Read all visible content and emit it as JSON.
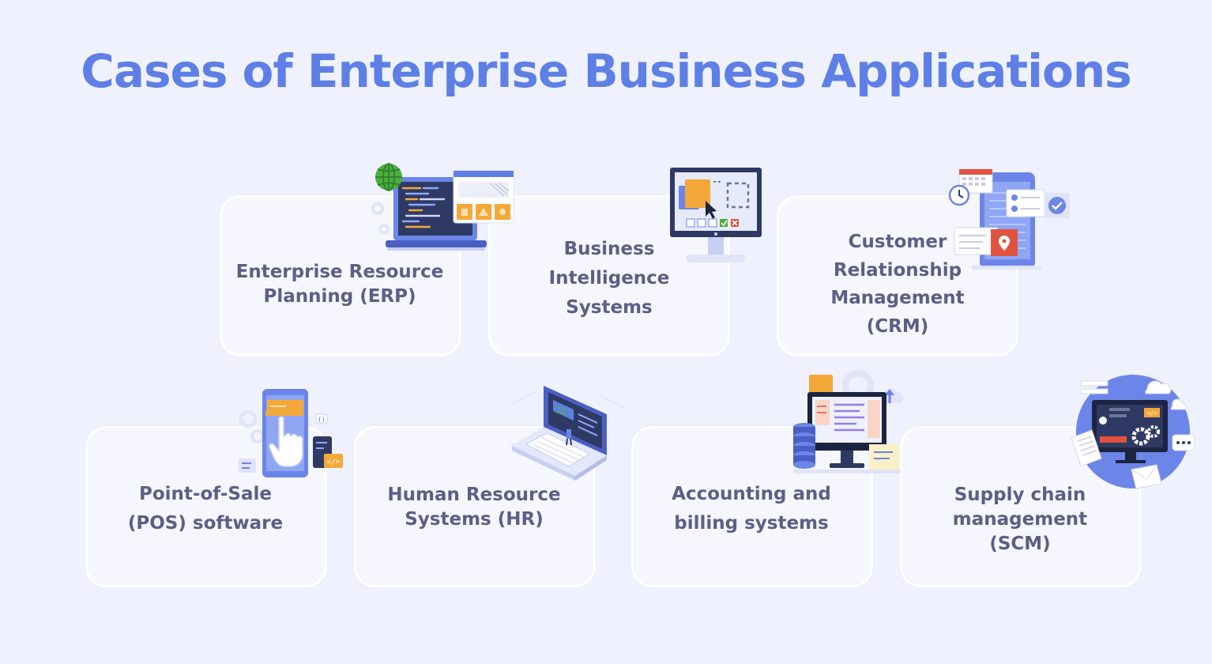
{
  "title": "Cases of Enterprise Business Applications",
  "cards": [
    {
      "label": "Enterprise Resource\nPlanning (ERP)",
      "icon": "laptop-code-icon"
    },
    {
      "label": "Business\nIntelligence\nSystems",
      "icon": "monitor-dashboard-icon"
    },
    {
      "label": "Customer\nRelationship\nManagement\n(CRM)",
      "icon": "phone-location-icon"
    },
    {
      "label": "Point-of-Sale\n(POS) software",
      "icon": "phone-touch-icon"
    },
    {
      "label": "Human Resource\nSystems (HR)",
      "icon": "laptop-person-icon"
    },
    {
      "label": "Accounting and\nbilling systems",
      "icon": "monitor-database-icon"
    },
    {
      "label": "Supply chain\nmanagement\n(SCM)",
      "icon": "globe-monitor-gears-icon"
    }
  ],
  "colors": {
    "background": "#eff2fe",
    "title": "#5e7fe6",
    "label": "#5d5e85",
    "card": "#f5f6fe",
    "accent_blue": "#6c85e8",
    "accent_orange": "#f5a83a",
    "accent_red": "#e0533f",
    "accent_green": "#4caf3b"
  }
}
